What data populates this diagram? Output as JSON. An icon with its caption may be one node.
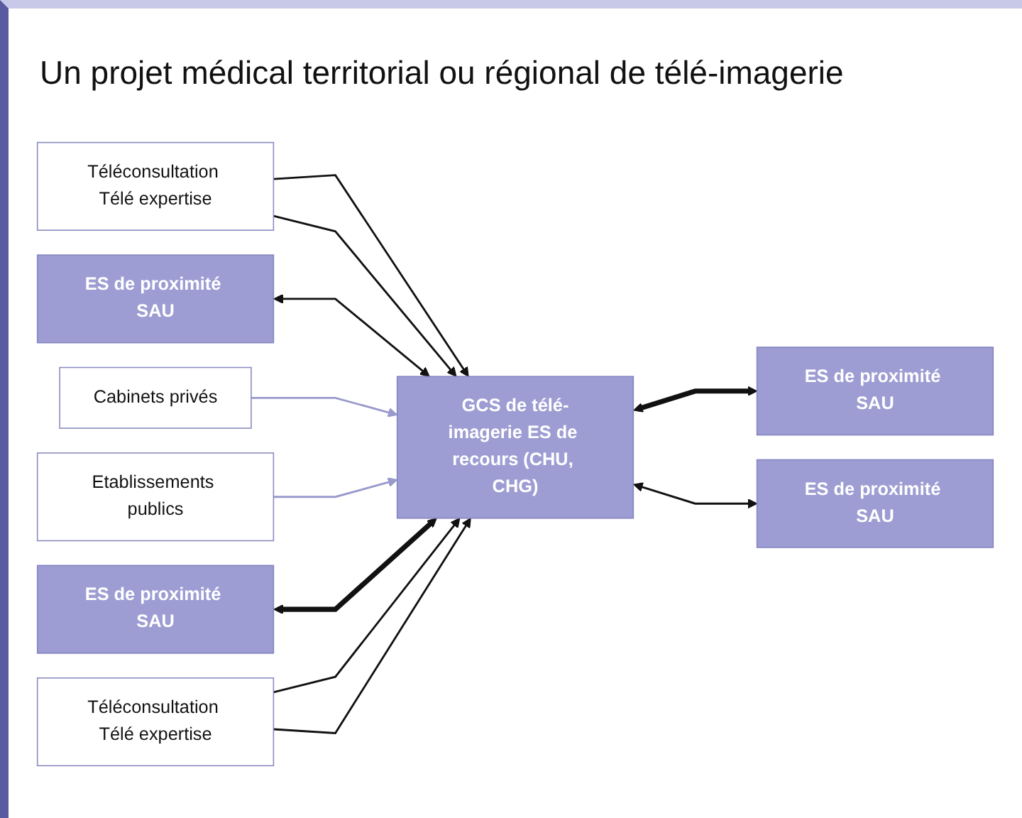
{
  "diagram": {
    "title": "Un projet médical territorial ou régional de télé-imagerie",
    "nodes": [
      {
        "text": [
          "Téléconsultation Télé expertise"
        ]
      },
      {
        "text": [
          "ES de proximité SAU"
        ]
      },
      {
        "text": [
          "ES de proximité SAU"
        ]
      },
      {
        "text": [
          "Cabinets  privés"
        ]
      },
      {
        "text": [
          "GCS de télé-imagerie ES de recours (CHU, CHG)"
        ]
      },
      {
        "text": [
          "Etablissements publics"
        ]
      },
      {
        "text": [
          "ES de proximité SAU"
        ]
      },
      {
        "text": [
          "ES de proximité SAU"
        ]
      },
      {
        "text": [
          "Téléconsultation Télé expertise"
        ]
      }
    ],
    "edges": [
      {
        "from": 0,
        "to": 4,
        "arrow": "to"
      },
      {
        "from": 0,
        "to": 4,
        "arrow": "to"
      },
      {
        "from": 1,
        "to": 4,
        "arrow": "both"
      },
      {
        "from": 2,
        "to": 4,
        "arrow": "both",
        "style": "thick"
      },
      {
        "from": 3,
        "to": 4,
        "arrow": "to",
        "color": "#9999cc"
      },
      {
        "from": 5,
        "to": 4,
        "arrow": "to",
        "color": "#9999cc"
      },
      {
        "from": 6,
        "to": 4,
        "arrow": "both",
        "style": "thick"
      },
      {
        "from": 7,
        "to": 4,
        "arrow": "both"
      },
      {
        "from": 8,
        "to": 4,
        "arrow": "to"
      },
      {
        "from": 8,
        "to": 4,
        "arrow": "to"
      }
    ]
  }
}
